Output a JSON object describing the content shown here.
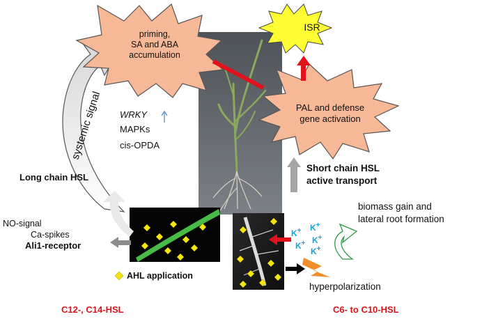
{
  "labels": {
    "priming": [
      "priming,",
      "SA and ABA",
      "accumulation"
    ],
    "isr": "ISR",
    "pal": [
      "PAL and defense",
      "gene activation"
    ],
    "wrky": "WRKY",
    "mapks": "MAPKs",
    "cis_opda": "cis-OPDA",
    "systemic_signal": "systemic signal",
    "long_chain_hsl": "Long chain HSL",
    "short_chain": [
      "Short chain HSL",
      "active transport"
    ],
    "biomass": [
      "biomass gain and",
      "lateral root formation"
    ],
    "no_signal": "NO-signal",
    "ca_spikes": "Ca-spikes",
    "ali1_receptor": "Ali1-receptor",
    "ahl_application": "AHL application",
    "hyperpolarization": "hyperpolarization",
    "c12_c14": "C12-, C14-HSL",
    "c6_c10": "C6- to C10-HSL",
    "k_ion": "K"
  },
  "colors": {
    "starburst_fill": "#f6b896",
    "isr_fill": "#ffff33",
    "arrow_red": "#e3111a",
    "arrow_gray": "#a6a6a6",
    "diamond": "#f4e60c",
    "ion_blue": "#1aa3d9",
    "bolt_orange": "#f18e2c",
    "hsl_red_text": "#d8141c"
  }
}
